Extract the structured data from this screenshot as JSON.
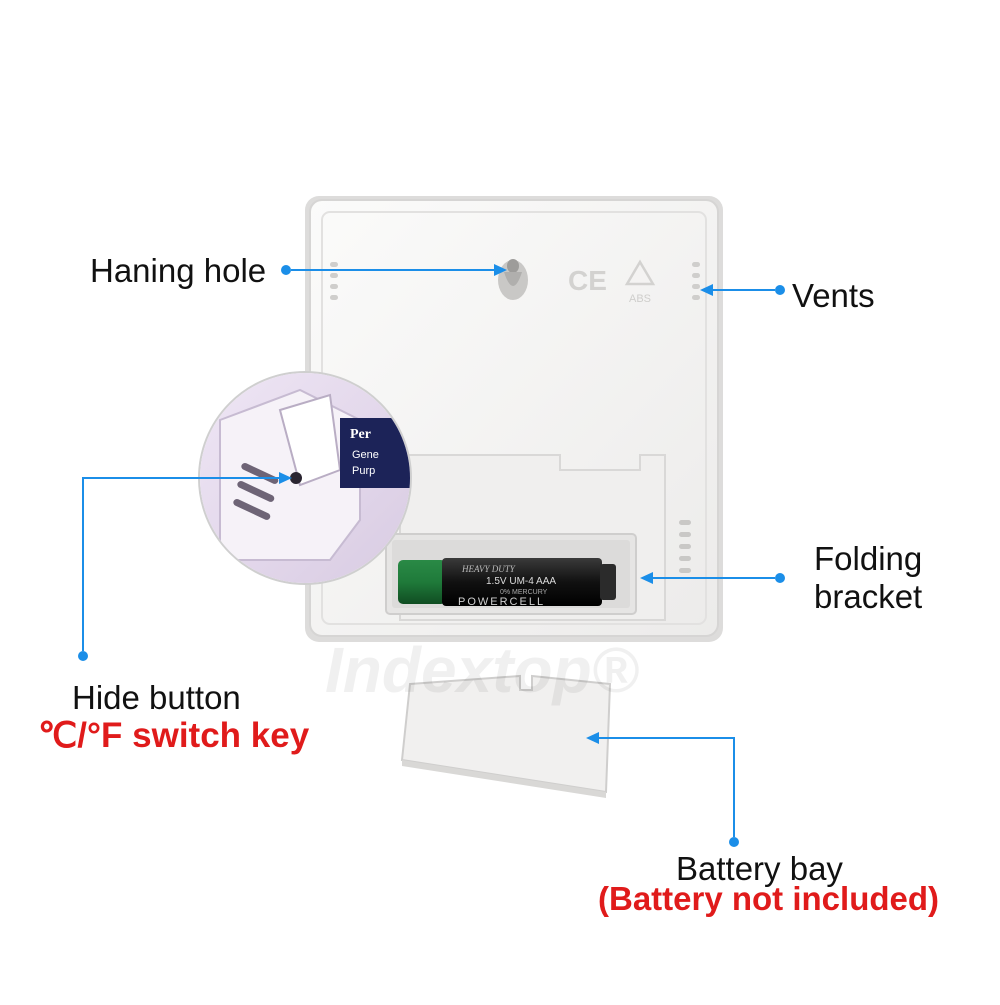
{
  "labels": {
    "hanging_hole": "Haning hole",
    "vents": "Vents",
    "folding_bracket_line1": "Folding",
    "folding_bracket_line2": "bracket",
    "hide_button": "Hide button",
    "switch_key": "℃/°F switch key",
    "battery_bay": "Battery bay",
    "battery_note": "(Battery not included)"
  },
  "device_markings": {
    "ce_mark": "CE",
    "recycle_mark": "ABS",
    "battery_line1": "HEAVY DUTY",
    "battery_line2": "1.5V UM-4 AAA",
    "battery_line3": "0% MERCURY",
    "battery_brand": "POWERCELL",
    "inset_battery_1": "Per",
    "inset_battery_2": "Gene",
    "inset_battery_3": "Purp"
  },
  "watermark": "Indextop®",
  "colors": {
    "leader_lines": "#1b8ee8",
    "warning_text": "#e01b1b",
    "device_body": "#f4f3f2",
    "battery_green": "#1f7a3a"
  }
}
